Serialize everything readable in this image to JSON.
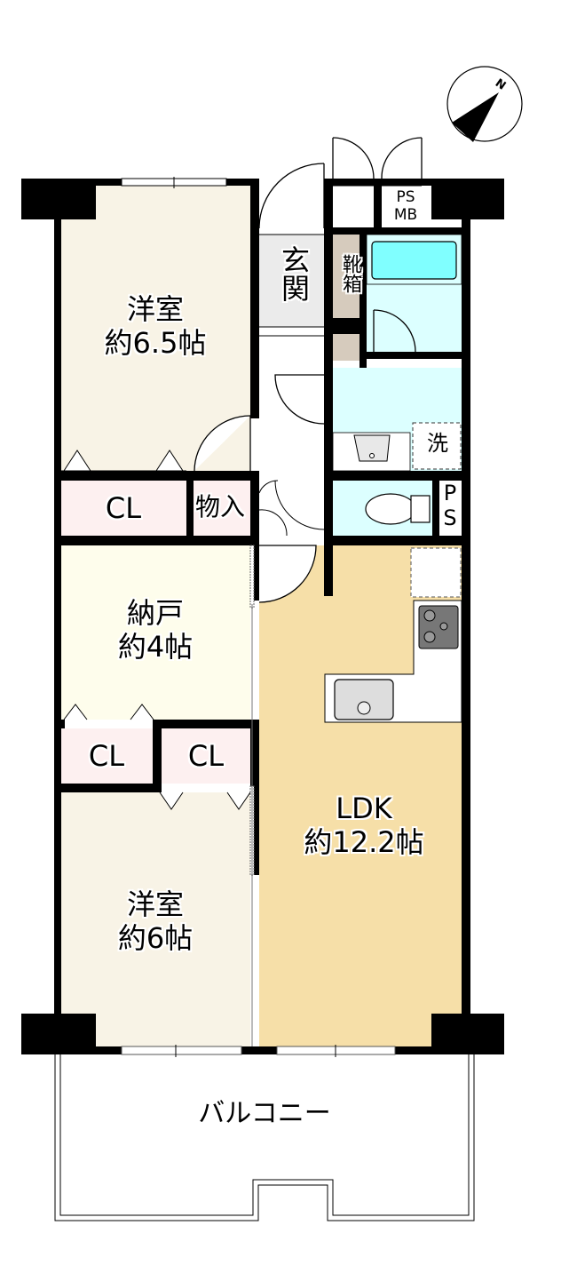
{
  "compass": {
    "label": "N"
  },
  "colors": {
    "western_room": "#f8f3e6",
    "storage_room": "#fefdec",
    "closet": "#fdf0f0",
    "ldk": "#f6dfa8",
    "wet_area": "#dcffff",
    "bathtub": "#80ffff",
    "shoe_box": "#d6cbbd",
    "entrance_tile": "#e6e6e6",
    "wall": "#000000"
  },
  "rooms": {
    "western_room_1": {
      "name": "洋室",
      "size": "約6.5帖"
    },
    "closet_1": {
      "name": "CL"
    },
    "storage_1": {
      "name": "物入"
    },
    "nando": {
      "name": "納戸",
      "size": "約4帖"
    },
    "closet_2": {
      "name": "CL"
    },
    "closet_3": {
      "name": "CL"
    },
    "western_room_2": {
      "name": "洋室",
      "size": "約6帖"
    },
    "ldk": {
      "name": "LDK",
      "size": "約12.2帖"
    },
    "entrance": {
      "name": "玄関"
    },
    "shoe_box": {
      "name": "靴箱"
    },
    "laundry": {
      "name": "洗"
    },
    "ps_mb": {
      "line1": "PS",
      "line2": "MB"
    },
    "ps": {
      "line1": "P",
      "line2": "S"
    },
    "balcony": {
      "name": "バルコニー"
    }
  }
}
